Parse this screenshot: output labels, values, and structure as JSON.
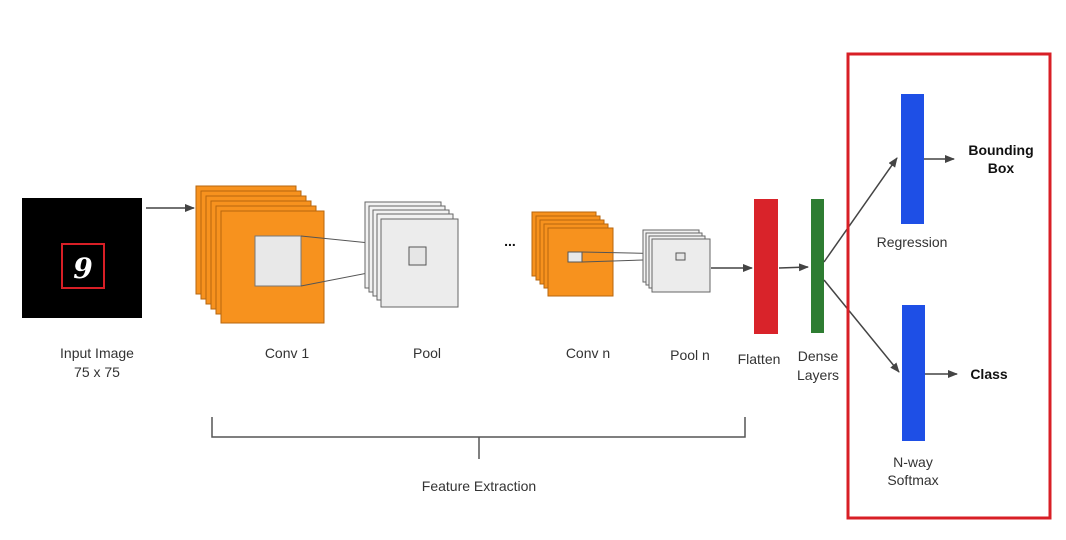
{
  "colors": {
    "conv": "#f7921e",
    "conv_edge": "#b7660e",
    "pool": "#e8e8e8",
    "pool_edge": "#777777",
    "flatten": "#d9232a",
    "dense": "#2e7d32",
    "head": "#1e4fe6",
    "highlight_box": "#d81f26",
    "arrow": "#444444"
  },
  "nodes": {
    "input": {
      "label_line1": "Input Image",
      "label_line2": "75 x 75",
      "digit": "9"
    },
    "conv1": {
      "label": "Conv 1"
    },
    "pool": {
      "label": "Pool"
    },
    "ellipsis": {
      "label": "..."
    },
    "convn": {
      "label": "Conv n"
    },
    "pooln": {
      "label": "Pool n"
    },
    "flatten": {
      "label": "Flatten"
    },
    "dense": {
      "label_line1": "Dense",
      "label_line2": "Layers"
    },
    "regression": {
      "label": "Regression"
    },
    "softmax": {
      "label_line1": "N-way",
      "label_line2": "Softmax"
    }
  },
  "outputs": {
    "bbox_line1": "Bounding",
    "bbox_line2": "Box",
    "class": "Class"
  },
  "groups": {
    "feature_extraction": "Feature Extraction"
  }
}
